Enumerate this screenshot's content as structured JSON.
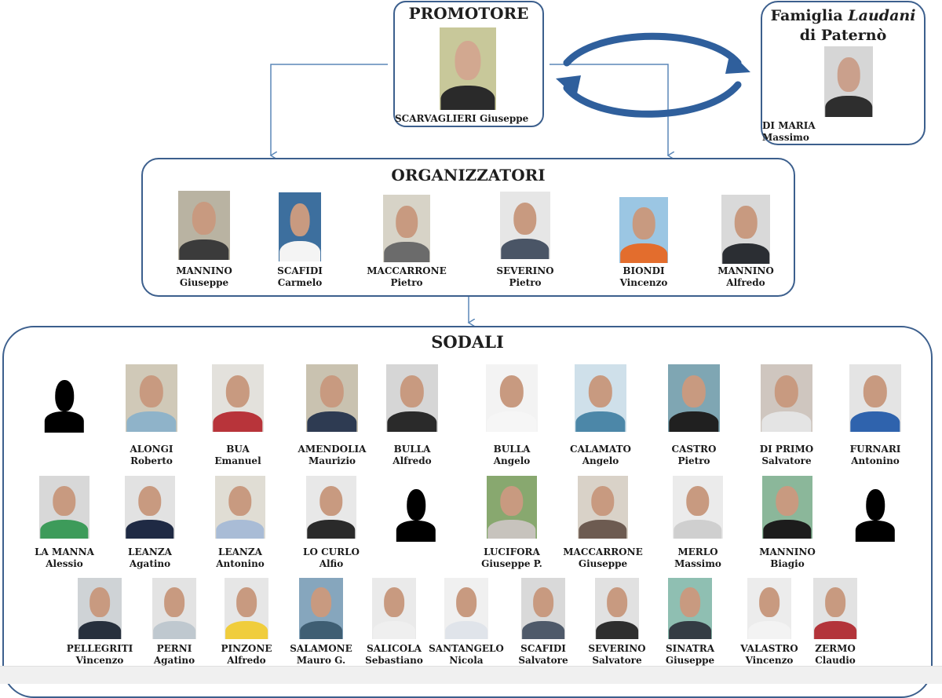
{
  "promotore": {
    "title": "PROMOTORE",
    "person": {
      "name": "SCARVAGLIERI Giuseppe"
    }
  },
  "famiglia": {
    "title_prefix": "Famiglia ",
    "title_italic": "Laudani",
    "title_suffix": "di Paternò",
    "person": {
      "surname": "DI MARIA",
      "first": "Massimo"
    }
  },
  "organizzatori": {
    "title": "ORGANIZZATORI",
    "people": [
      {
        "surname": "MANNINO",
        "first": "Giuseppe",
        "bg": "#b9b3a2",
        "shirt": "#3b3b3b"
      },
      {
        "surname": "SCAFIDI",
        "first": "Carmelo",
        "bg": "#3d6f9e",
        "shirt": "#f4f4f4"
      },
      {
        "surname": "MACCARRONE",
        "first": "Pietro",
        "bg": "#d7d3c7",
        "shirt": "#6b6b6b"
      },
      {
        "surname": "SEVERINO",
        "first": "Pietro",
        "bg": "#e6e6e6",
        "shirt": "#4a5566"
      },
      {
        "surname": "BIONDI",
        "first": "Vincenzo",
        "bg": "#9bc6e3",
        "shirt": "#e36d2d"
      },
      {
        "surname": "MANNINO",
        "first": "Alfredo",
        "bg": "#d9d9d9",
        "shirt": "#2b2e33"
      }
    ]
  },
  "sodali": {
    "title": "SODALI",
    "row1": [
      {
        "surname": "",
        "first": "",
        "silhouette": true
      },
      {
        "surname": "ALONGI",
        "first": "Roberto",
        "bg": "#d0c9b8",
        "shirt": "#8fb3c9"
      },
      {
        "surname": "BUA",
        "first": "Emanuel",
        "bg": "#e3e1dc",
        "shirt": "#b8343a"
      },
      {
        "surname": "AMENDOLIA",
        "first": "Maurizio",
        "bg": "#c9c2b0",
        "shirt": "#2e3b52"
      },
      {
        "surname": "BULLA",
        "first": "Alfredo",
        "bg": "#d6d6d6",
        "shirt": "#2a2a2a"
      },
      {
        "surname": "BULLA",
        "first": "Angelo",
        "bg": "#f3f3f3",
        "shirt": "#f6f6f6"
      },
      {
        "surname": "CALAMATO",
        "first": "Angelo",
        "bg": "#cfe0ea",
        "shirt": "#4c87a8"
      },
      {
        "surname": "CASTRO",
        "first": "Pietro",
        "bg": "#7fa6b3",
        "shirt": "#202020"
      },
      {
        "surname": "DI PRIMO",
        "first": "Salvatore",
        "bg": "#cfc6bf",
        "shirt": "#e4e4e4"
      },
      {
        "surname": "FURNARI",
        "first": "Antonino",
        "bg": "#e4e4e4",
        "shirt": "#2f63ad"
      }
    ],
    "row2": [
      {
        "surname": "LA MANNA",
        "first": "Alessio",
        "bg": "#d8d8d8",
        "shirt": "#3d9b5a"
      },
      {
        "surname": "LEANZA",
        "first": "Agatino",
        "bg": "#e2e2e2",
        "shirt": "#1f2a44"
      },
      {
        "surname": "LEANZA",
        "first": "Antonino",
        "bg": "#e0ddd4",
        "shirt": "#a9bcd6"
      },
      {
        "surname": "LO CURLO",
        "first": "Alfio",
        "bg": "#e8e8e8",
        "shirt": "#2a2a2a"
      },
      {
        "surname": "",
        "first": "",
        "silhouette": true
      },
      {
        "surname": "LUCIFORA",
        "first": "Giuseppe P.",
        "bg": "#88a86f",
        "shirt": "#c7c3bd"
      },
      {
        "surname": "MACCARRONE",
        "first": "Giuseppe",
        "bg": "#d9d2c8",
        "shirt": "#6d5b51"
      },
      {
        "surname": "MERLO",
        "first": "Massimo",
        "bg": "#ebebeb",
        "shirt": "#cfcfcf"
      },
      {
        "surname": "MANNINO",
        "first": "Biagio",
        "bg": "#8bb79a",
        "shirt": "#1c1c1c"
      },
      {
        "surname": "",
        "first": "",
        "silhouette": true
      }
    ],
    "row3": [
      {
        "surname": "PELLEGRITI",
        "first": "Vincenzo",
        "bg": "#cfd3d6",
        "shirt": "#27303d"
      },
      {
        "surname": "PERNI",
        "first": "Agatino",
        "bg": "#e3e3e3",
        "shirt": "#bfc8cf"
      },
      {
        "surname": "PINZONE",
        "first": "Alfredo",
        "bg": "#e6e6e6",
        "shirt": "#f0cd3c"
      },
      {
        "surname": "SALAMONE",
        "first": "Mauro G.",
        "bg": "#86a6bd",
        "shirt": "#3f5e73"
      },
      {
        "surname": "SALICOLA",
        "first": "Sebastiano",
        "bg": "#eaeaea",
        "shirt": "#efefef"
      },
      {
        "surname": "SANTANGELO",
        "first": "Nicola",
        "bg": "#f0f0f0",
        "shirt": "#e0e4ea"
      },
      {
        "surname": "SCAFIDI",
        "first": "Salvatore",
        "bg": "#d9d9d9",
        "shirt": "#4f5a6a"
      },
      {
        "surname": "SEVERINO",
        "first": "Salvatore",
        "bg": "#e1e1e1",
        "shirt": "#2e2e2e"
      },
      {
        "surname": "SINATRA",
        "first": "Giuseppe",
        "bg": "#8fbfb2",
        "shirt": "#343c44"
      },
      {
        "surname": "VALASTRO",
        "first": "Vincenzo",
        "bg": "#ececec",
        "shirt": "#f3f3f3"
      },
      {
        "surname": "ZERMO",
        "first": "Claudio",
        "bg": "#e2e2e2",
        "shirt": "#b3343a"
      }
    ]
  }
}
